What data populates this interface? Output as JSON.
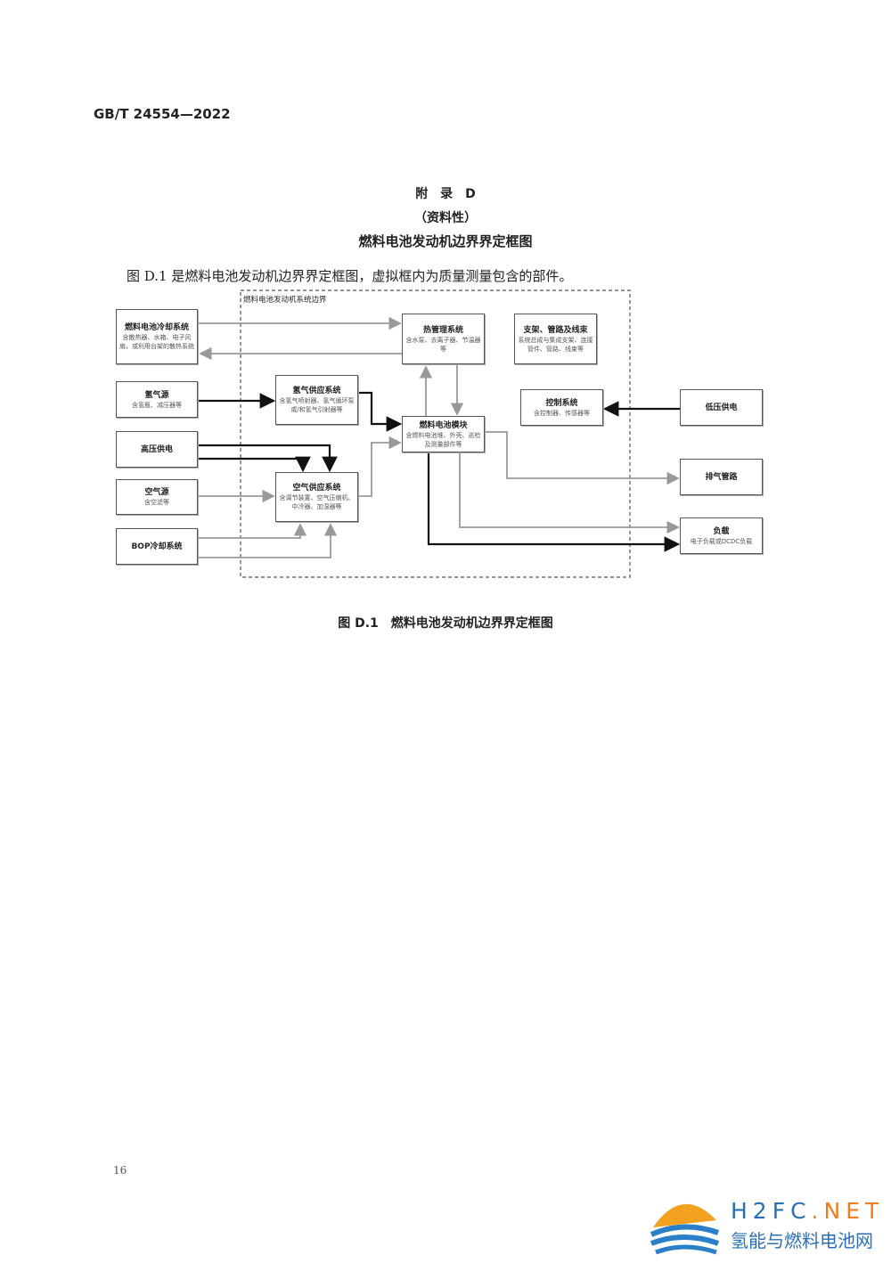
{
  "header": {
    "standard_no": "GB/T 24554—2022"
  },
  "appendix": {
    "title": "附　录　D",
    "nature": "（资料性）",
    "heading": "燃料电池发动机边界界定框图"
  },
  "intro": "图 D.1 是燃料电池发动机边界界定框图，虚拟框内为质量测量包含的部件。",
  "diagram": {
    "boundary_label": "燃料电池发动机系统边界",
    "boxes": {
      "fc_cooling": {
        "title": "燃料电池冷却系统",
        "desc": "含散热器、水箱、电子风扇，或利用台架的散热系统"
      },
      "h2_source": {
        "title": "氢气源",
        "desc": "含氢瓶、减压器等"
      },
      "hv_power": {
        "title": "高压供电"
      },
      "air_source": {
        "title": "空气源",
        "desc": "含空滤等"
      },
      "bop_cooling": {
        "title": "BOP冷却系统"
      },
      "h2_supply": {
        "title": "氢气供应系统",
        "desc": "含氢气喷射器、氢气循环泵或/和氢气引射器等"
      },
      "air_supply": {
        "title": "空气供应系统",
        "desc": "含调节装置、空气压缩机、中冷器、加湿器等"
      },
      "thermal": {
        "title": "热管理系统",
        "desc": "含水泵、去离子器、节温器等"
      },
      "fc_module": {
        "title": "燃料电池模块",
        "desc": "含燃料电池堆、外壳、巡检及测量部件等"
      },
      "bracket": {
        "title": "支架、管路及线束",
        "desc": "系统总成与集成支架、连接管件、管路、线束等"
      },
      "control": {
        "title": "控制系统",
        "desc": "含控制器、传感器等"
      },
      "lv_power": {
        "title": "低压供电"
      },
      "exhaust": {
        "title": "排气管路"
      },
      "load": {
        "title": "负载",
        "desc": "电子负载或DCDC负载"
      }
    }
  },
  "caption": "图 D.1　燃料电池发动机边界界定框图",
  "page_number": "16",
  "logo": {
    "en_main": "H2FC",
    "en_suffix": ".NET",
    "cn": "氢能与燃料电池网"
  }
}
